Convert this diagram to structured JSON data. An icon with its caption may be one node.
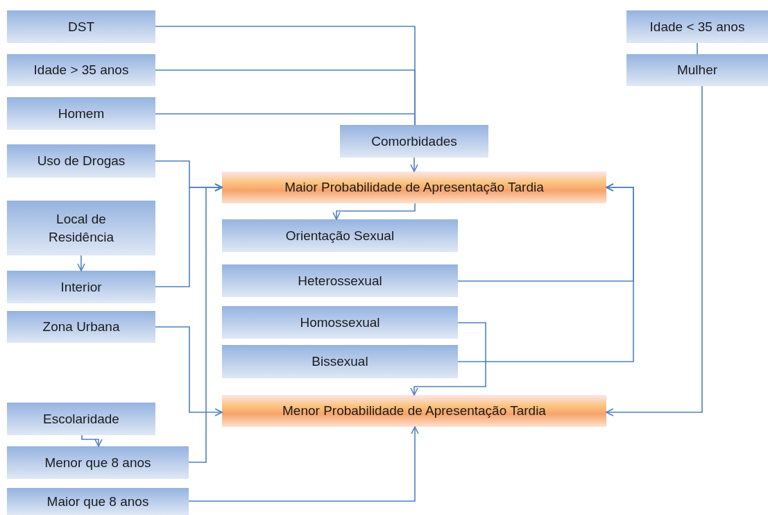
{
  "diagram": {
    "nodes": [
      {
        "text": [
          "DST"
        ]
      },
      {
        "text": [
          "Idade < 35 anos"
        ]
      },
      {
        "text": [
          "Idade > 35 anos"
        ]
      },
      {
        "text": [
          "Mulher"
        ]
      },
      {
        "text": [
          "Homem"
        ]
      },
      {
        "text": [
          "Comorbidades"
        ]
      },
      {
        "text": [
          "Uso de Drogas"
        ]
      },
      {
        "text": [
          "Maior Probabilidade de Apresentação Tardia"
        ]
      },
      {
        "text": [
          "Local de Residência"
        ]
      },
      {
        "text": [
          "Orientação Sexual"
        ]
      },
      {
        "text": [
          "Heterossexual"
        ]
      },
      {
        "text": [
          "Interior"
        ]
      },
      {
        "text": [
          "Zona Urbana"
        ]
      },
      {
        "text": [
          "Homossexual"
        ]
      },
      {
        "text": [
          "Bissexual"
        ]
      },
      {
        "text": [
          "Menor Probabilidade de Apresentação Tardia"
        ]
      },
      {
        "text": [
          "Escolaridade"
        ]
      },
      {
        "text": [
          "Menor que 8 anos"
        ]
      },
      {
        "text": [
          "Maior que 8 anos"
        ]
      }
    ],
    "edges": [
      {
        "from": 0,
        "to": 5,
        "arrow": "none"
      },
      {
        "from": 2,
        "to": 5,
        "arrow": "none"
      },
      {
        "from": 4,
        "to": 5,
        "arrow": "none"
      },
      {
        "from": 5,
        "to": 7,
        "arrow": "to"
      },
      {
        "from": 6,
        "to": 7,
        "arrow": "to"
      },
      {
        "from": 11,
        "to": 7,
        "arrow": "to"
      },
      {
        "from": 17,
        "to": 7,
        "arrow": "to"
      },
      {
        "from": 7,
        "to": 9,
        "arrow": "to"
      },
      {
        "from": 10,
        "to": 7,
        "arrow": "to"
      },
      {
        "from": 14,
        "to": 7,
        "arrow": "to"
      },
      {
        "from": 1,
        "to": 3,
        "arrow": "none"
      },
      {
        "from": 3,
        "to": 15,
        "arrow": "to"
      },
      {
        "from": 8,
        "to": 11,
        "arrow": "to"
      },
      {
        "from": 12,
        "to": 15,
        "arrow": "to"
      },
      {
        "from": 13,
        "to": 15,
        "arrow": "to"
      },
      {
        "from": 16,
        "to": 17,
        "arrow": "to"
      },
      {
        "from": 18,
        "to": 15,
        "arrow": "to"
      }
    ]
  }
}
